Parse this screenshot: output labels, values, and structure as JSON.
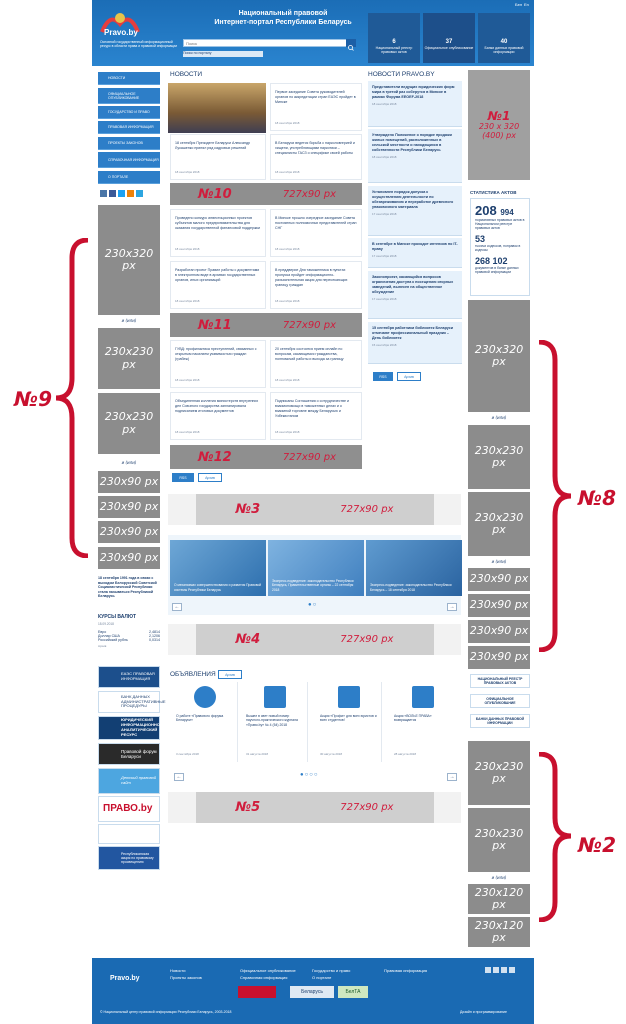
{
  "header": {
    "logo_text": "Pravo.by",
    "logo_sub": "Основной государственный информационный ресурс в области права и правовой информации",
    "title_line1": "Национальный правовой",
    "title_line2": "Интернет-портал Республики Беларусь",
    "search_placeholder": "Поиск",
    "search_select": "Поиск по порталу",
    "lang": [
      "Бел",
      "En"
    ],
    "boxes": [
      {
        "label": "Национальный реестр правовых актов",
        "count": "6"
      },
      {
        "label": "Официальное опубликование",
        "count": "37"
      },
      {
        "label": "Банки данных правовой информации",
        "count": "40"
      }
    ]
  },
  "sidebar": {
    "items": [
      "НОВОСТИ",
      "ОФИЦИАЛЬНОЕ ОПУБЛИКОВАНИЕ",
      "ГОСУДАРСТВО И ПРАВО",
      "ПРАВОВАЯ ИНФОРМАЦИЯ",
      "ПРОЕКТЫ ЗАКОНОВ",
      "СПРАВОЧНАЯ ИНФОРМАЦИЯ",
      "О ПОРТАЛЕ"
    ]
  },
  "news": {
    "title": "НОВОСТИ",
    "cards": [
      {
        "text": "Первое заседание Совета руководителей органов по аккредитации стран ЕАЭС пройдет в Минске",
        "date": "18 сентября 2018"
      },
      {
        "text": "18 сентября Президент Беларуси Александр Лукашенко принял ряд кадровых решений",
        "date": "18 сентября 2018"
      },
      {
        "text": "В Беларуси ведется борьба с нарколовгерией и хищени, употребляющими наркотики – специалисты ГАСЗ о специфике своей работы",
        "date": "18 сентября 2018"
      },
      {
        "text": "Проведено конкурс инвестиционных проектов субъектов малого предпринимательства для оказания государственной финансовой поддержки",
        "date": "18 сентября 2018"
      },
      {
        "text": "В Минске прошло очередное заседание Совета постоянных полномочных представителей стран СНГ",
        "date": "18 сентября 2018"
      },
      {
        "text": "Разработан проект Правил работы с документами в электронном виде в архивах государственных органов, иных организаций",
        "date": "18 сентября 2018"
      },
      {
        "text": "В преддверие Дня таможенника в пунктах пропуска пройдет информационно-разъяснительная акция для пересекающих границу граждан",
        "date": "18 сентября 2018"
      },
      {
        "text": "ГУВД: профилактика преступлений, связанных с открытым насилием уязвимостью граждан (грабеж)",
        "date": "18 сентября 2018"
      },
      {
        "text": "20 сентября состоится прием онлайн по вопросам, касающимся гражданства, полномочий работы и выхода за границу",
        "date": "18 сентября 2018"
      },
      {
        "text": "Объединенная коллегия министерств внутренних дел Союзного государства запланировала подписанием итоговых документов",
        "date": "18 сентября 2018"
      },
      {
        "text": "Подписаны Соглашения о сотрудничестве и взаимопомощи в таможенных делах и о взаимной торговле между Беларусью и Узбекистаном",
        "date": "18 сентября 2018"
      }
    ],
    "rss": "RSS",
    "archive": "Архив"
  },
  "feed": {
    "title": "НОВОСТИ PRAVO.BY",
    "items": [
      {
        "text": "Представители ведущих юридических фирм мира в третий раз соберутся в Минске в рамках Форума EEOEF-2018",
        "date": "18 сентября 2018"
      },
      {
        "text": "Утверждено Положение о порядке продажи жилых помещений, расположенных в сельской местности и находящихся в собственности Республики Беларусь",
        "date": "18 сентября 2018"
      },
      {
        "text": "Установлен порядок допуска к осуществлению деятельности по обезвреживанию и переработке древесного упаковочного материала",
        "date": "17 сентября 2018"
      },
      {
        "text": "В сентябре в Минске проходит интенсив по IT-праву",
        "date": "17 сентября 2018"
      },
      {
        "text": "Законопроект, касающийся вопросов ограничения доступа к посещению игорных заведений, вынесен на общественное обсуждение",
        "date": "17 сентября 2018"
      },
      {
        "text": "15 сентября работники библиотек Беларуси отмечают профессиональный праздник – День библиотек",
        "date": "15 сентября 2018"
      }
    ],
    "rss": "RSS",
    "archive": "Архив"
  },
  "stats": {
    "title": "СТАТИСТИКА АКТОВ",
    "big": "208",
    "big_small": "994",
    "big_label": "нормативных правовых актов в Национальном реестре правовых актов",
    "mid": "53",
    "mid_label": "тысячи кодексов, поправок в кодексы",
    "low": "268 102",
    "low_label": "документов в банке данных правовой информации"
  },
  "banners": {
    "n1": {
      "num": "№1",
      "dim": "230 х 320 (400) px"
    },
    "n10": {
      "num": "№10",
      "dim": "727х90 px"
    },
    "n11": {
      "num": "№11",
      "dim": "727х90 px"
    },
    "n12": {
      "num": "№12",
      "dim": "727х90 px"
    },
    "n3": {
      "num": "№3",
      "dim": "727х90 px"
    },
    "n4": {
      "num": "№4",
      "dim": "727х90 px"
    },
    "n5": {
      "num": "№5",
      "dim": "727х90 px"
    },
    "left_320": "230х320 px",
    "left_230a": "230х230 px",
    "left_230b": "230х230 px",
    "left_90": [
      "230х90 px",
      "230х90 px",
      "230х90 px",
      "230х90 px"
    ],
    "right_320": "230х320 px",
    "right_230a": "230х230 px",
    "right_230b": "230х230 px",
    "right_90": [
      "230х90 px",
      "230х90 px",
      "230х90 px",
      "230х90 px"
    ],
    "bottom_230a": "230х230 px",
    "bottom_230b": "230х230 px",
    "bottom_120": [
      "230х120 px",
      "230х120 px"
    ],
    "or": "и (или)"
  },
  "braces": {
    "n9": "№9",
    "n8": "№8",
    "n2": "№2"
  },
  "left_column": {
    "history_text": "18 сентября 1991 года в связи с выходом Белорусской Советской Социалистической Республики стала называться Республикой Беларусь",
    "currency_title": "КУРСЫ ВАЛЮТ",
    "currency_date": "18.09.2018",
    "currencies": [
      {
        "name": "Евро",
        "value": "2,4814"
      },
      {
        "name": "Доллар США",
        "value": "2,1206"
      },
      {
        "name": "Российский рубль",
        "value": "0,0314"
      }
    ],
    "currency_more": "Архив",
    "link_banners": [
      "ЕАЭС ПРАВОВАЯ ИНФОРМАЦИЯ",
      "БАНК ДАННЫХ АДМИНИСТРАТИВНЫЕ ПРОЦЕДУРЫ",
      "ЮРИДИЧЕСКИЙ ИНФОРМАЦИОННО-АНАЛИТИЧЕСКИЙ РЕСУРС",
      "Правовой форум Беларуси",
      "Детский правовой сайт",
      "ПРАВО.by",
      "",
      "Республиканская акция по правовому просвещению"
    ]
  },
  "photo_cards": [
    {
      "text": "О механизмах совершенствования и развития Правовой системы Республики Беларусь"
    },
    {
      "text": "Экспресс-подведение: законодательство Республики Беларусь, Правительственные органы – 22 сентября 2018"
    },
    {
      "text": "Экспресс-подведение: законодательство Республики Беларусь – 18 сентября 2018"
    }
  ],
  "ads": {
    "title": "ОБЪЯВЛЕНИЯ",
    "archive": "Архив",
    "cards": [
      {
        "text": "О работе «Правового форума Беларуси»",
        "date": "3 сентября 2018"
      },
      {
        "text": "Вышел в свет новый номер научного-практического журнала «Право.by» № 4 (54) 2018",
        "date": "31 августа 2018"
      },
      {
        "text": "Акция «Профи» для всех юристов и всех студентов!",
        "date": "30 августа 2018"
      },
      {
        "text": "Акция «ВОЛЬЕ ПРАВА» возвращается",
        "date": "28 августа 2018"
      }
    ]
  },
  "right_links": [
    "НАЦИОНАЛЬНЫЙ РЕЕСТР ПРАВОВЫХ АКТОВ",
    "ОФИЦИАЛЬНОЕ ОПУБЛИКОВАНИЕ",
    "БАНКИ ДАННЫХ ПРАВОВОЙ ИНФОРМАЦИИ"
  ],
  "footer": {
    "logo": "Pravo.by",
    "links": [
      "Новости",
      "Проекты законов",
      "Официальное опубликование",
      "Справочная информация",
      "Государство и право",
      "О портале",
      "Правовая информация"
    ],
    "copyright": "© Национальный центр правовой информации Республики Беларусь, 2003-2018",
    "partners": [
      "Беларусь",
      "БелТА"
    ],
    "developer": "Дизайн и программирование"
  },
  "colors": {
    "header": "#1b6db6",
    "accent": "#2d7ec8",
    "brace": "#c8102e",
    "placeholder": "#8c8c8c"
  }
}
